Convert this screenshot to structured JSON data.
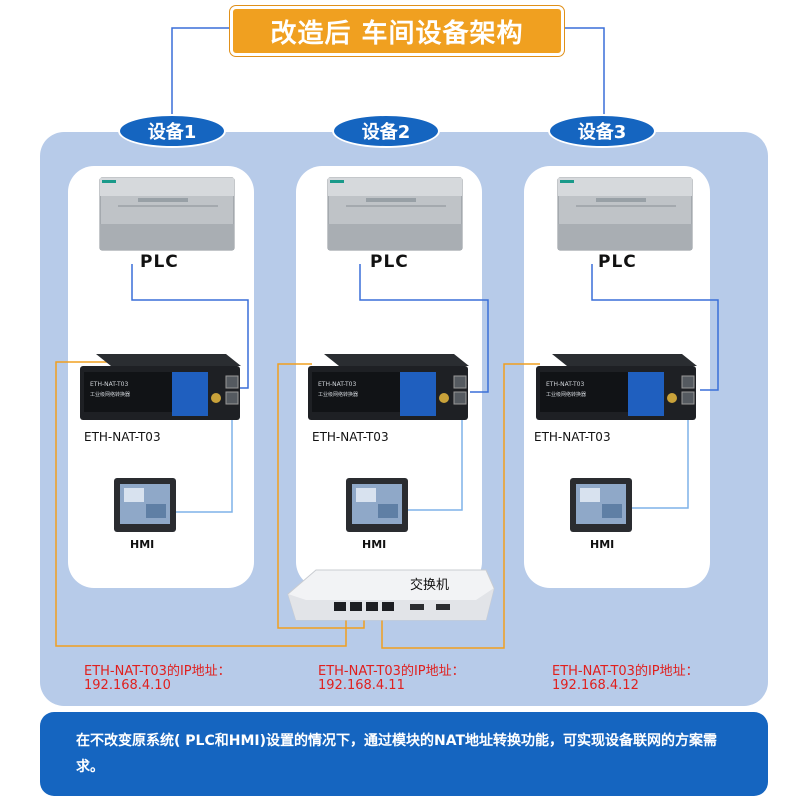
{
  "title": "改造后 车间设备架构",
  "devices": [
    {
      "name": "设备1",
      "plc_label": "PLC",
      "module_label": "ETH-NAT-T03",
      "hmi_label": "HMI",
      "ip_title": "ETH-NAT-T03的IP地址：",
      "ip_value": "192.168.4.10"
    },
    {
      "name": "设备2",
      "plc_label": "PLC",
      "module_label": "ETH-NAT-T03",
      "hmi_label": "HMI",
      "ip_title": "ETH-NAT-T03的IP地址：",
      "ip_value": "192.168.4.11"
    },
    {
      "name": "设备3",
      "plc_label": "PLC",
      "module_label": "ETH-NAT-T03",
      "hmi_label": "HMI",
      "ip_title": "ETH-NAT-T03的IP地址：",
      "ip_value": "192.168.4.12"
    }
  ],
  "switch_label": "交换机",
  "module_face_text": [
    "ETH-NAT-T03",
    "工业级网络转换器"
  ],
  "footer_text": "在不改变原系统( PLC和HMI)设置的情况下，通过模块的NAT地址转换功能，可实现设备联网的方案需求。",
  "colors": {
    "accent": "#f0a020",
    "blue": "#1565c0",
    "panel": "#b7cbe9",
    "ip_text": "#e0201e",
    "network_line": "#f0a020",
    "plc_line": "#3a6fd8",
    "hmi_line": "#7fb2e8"
  }
}
